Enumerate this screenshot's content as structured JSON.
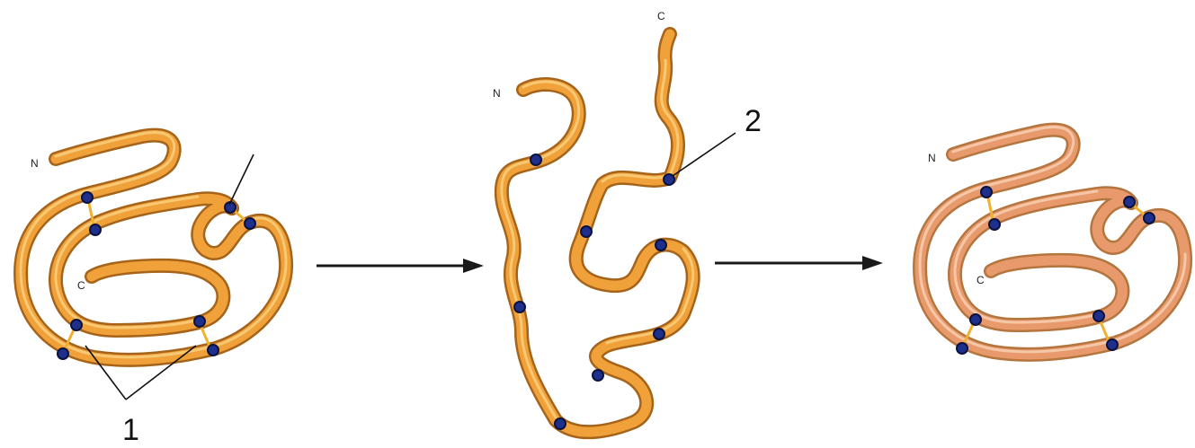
{
  "labels": {
    "native_left_n": "N",
    "native_left_c": "C",
    "denatured_n": "N",
    "denatured_c": "C",
    "native_right_n": "N",
    "native_right_c": "C",
    "callout_1": "1",
    "callout_2": "2"
  },
  "colors": {
    "chain": "#f0a13a",
    "chain_renatured": "#e89a6c",
    "cysteine": "#1f2f8c",
    "disulfide_bond": "#f2b12c",
    "arrow": "#1a1a1a"
  }
}
